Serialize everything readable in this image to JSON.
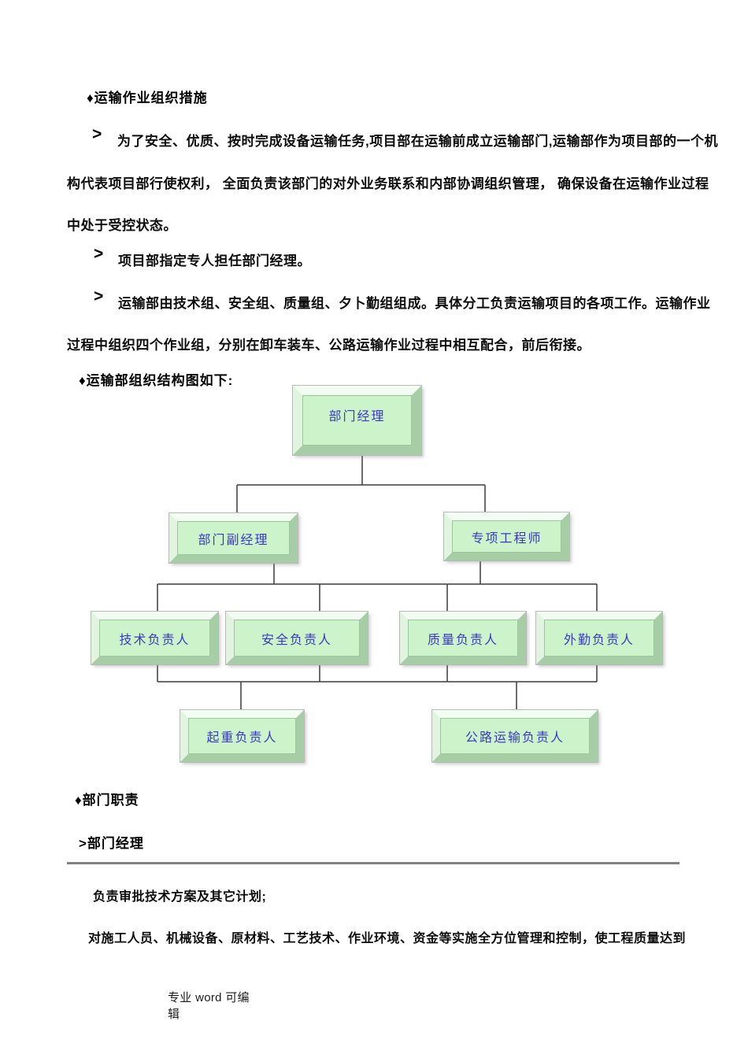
{
  "document": {
    "headings": {
      "measures": "♦运输作业组织措施",
      "chart_intro": "♦运输部组织结构图如下:",
      "duties": "♦部门职责",
      "role_manager": ">部门经理"
    },
    "bullet": ">",
    "paragraphs": {
      "p1_line1": "为了安全、优质、按时完成设备运输任务,项目部在运输前成立运输部门,运输部作为项目部的一个机",
      "p1_line2": "构代表项目部行使权利， 全面负责该部门的对外业务联系和内部协调组织管理， 确保设备在运输作业过程",
      "p1_line3": "中处于受控状态。",
      "p2": "项目部指定专人担任部门经理。",
      "p3_line1": "运输部由技术组、安全组、质量组、夕卜勤组组成。具体分工负责运输项目的各项工作。运输作业",
      "p3_line2": "过程中组织四个作业组，分别在卸车装车、公路运输作业过程中相互配合，前后衔接。",
      "duty1": "负责审批技术方案及其它计划;",
      "duty2": "对施工人员、机械设备、原材料、工艺技术、作业环境、资金等实施全方位管理和控制，使工程质量达到"
    },
    "footer": {
      "line1": "专业 word 可编",
      "line2": "辑"
    }
  },
  "org_chart": {
    "boxes": [
      {
        "id": "manager",
        "level": 1,
        "label": "部门经理"
      },
      {
        "id": "deputy-manager",
        "level": 2,
        "label": "部门副经理"
      },
      {
        "id": "special-engineer",
        "level": 2,
        "label": "专项工程师"
      },
      {
        "id": "tech-lead",
        "level": 3,
        "label": "技术负责人"
      },
      {
        "id": "safety-lead",
        "level": 3,
        "label": "安全负责人"
      },
      {
        "id": "quality-lead",
        "level": 3,
        "label": "质量负责人"
      },
      {
        "id": "field-lead",
        "level": 3,
        "label": "外勤负责人"
      },
      {
        "id": "lifting-lead",
        "level": 4,
        "label": "起重负责人"
      },
      {
        "id": "road-transport-lead",
        "level": 4,
        "label": "公路运输负责人"
      }
    ],
    "colors": {
      "box_fill": "#cdf3cb",
      "box_bevel_light": "#f2fcf2",
      "box_bevel_dark": "#a6cda6",
      "label_text": "#3a3ac0",
      "connector": "#3c3c3c",
      "divider": "#828282"
    }
  }
}
